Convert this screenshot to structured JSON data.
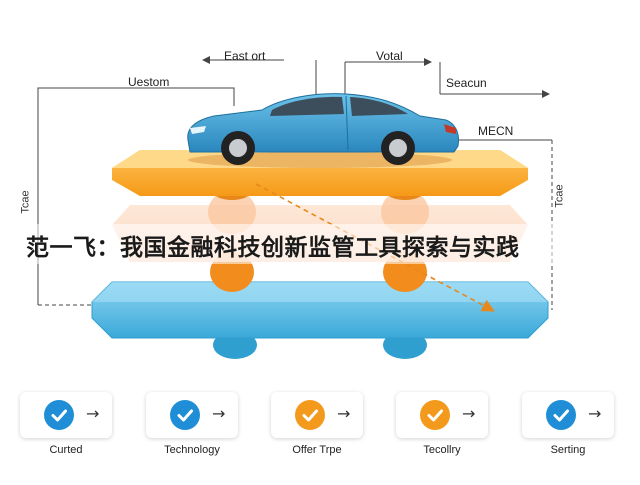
{
  "title": "范一飞：我国金融科技创新监管工具探索与实践",
  "top_labels": {
    "left": "Uestom",
    "center_left": "East ort",
    "center_right": "Votal",
    "right": "Seacun",
    "far_right": "MECN"
  },
  "side_labels": {
    "left": "Tcae",
    "right": "Tcae"
  },
  "colors": {
    "orange": "#f7a21b",
    "orange_dark": "#e8871a",
    "blue": "#47b4e0",
    "blue_dark": "#2f9fd0",
    "car": "#3a9ed3",
    "check_blue": "#1f8ed6",
    "check_orange": "#f39a1c"
  },
  "steps": [
    {
      "label": "Curted",
      "icon": "check-icon",
      "color": "blue"
    },
    {
      "label": "Technology",
      "icon": "check-icon",
      "color": "blue"
    },
    {
      "label": "Offer Trpe",
      "icon": "check-icon",
      "color": "orange"
    },
    {
      "label": "Tecollry",
      "icon": "check-icon",
      "color": "orange"
    },
    {
      "label": "Serting",
      "icon": "check-icon",
      "color": "blue"
    }
  ]
}
